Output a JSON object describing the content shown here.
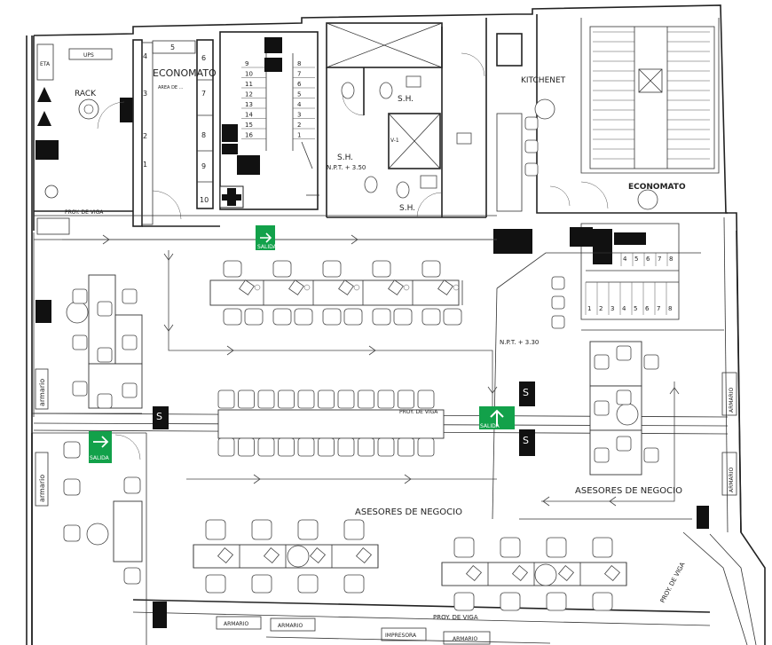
{
  "rooms": {
    "rack": "RACK",
    "ups": "UPS",
    "eta": "ETA",
    "kitchenet": "KITCHENET",
    "economato_top": "ECONOMATO",
    "economato_right": "ECONOMATO",
    "area_label": "AREA DE ...",
    "sh_1": "S.H.",
    "sh_2": "S.H.",
    "sh_3": "S.H.",
    "asesores_1": "ASESORES DE NEGOCIO",
    "asesores_2": "ASESORES DE NEGOCIO",
    "armario_left_1": "armario",
    "armario_left_2": "armario",
    "armario_bottom_1": "ARMARIO",
    "armario_bottom_2": "ARMARIO",
    "armario_bottom_3": "ARMARIO",
    "impresora": "IMPRESORA",
    "right_box_1": "ARMARIO",
    "right_box_2": "ARMARIO"
  },
  "levels": {
    "npt_350": "N.P.T. + 3.50",
    "npt_330": "N.P.T. + 3.30",
    "v1": "V-1"
  },
  "beams": {
    "proy_viga_1": "PROY. DE VIGA",
    "proy_viga_2": "PROY. DE VIGA",
    "proy_viga_3": "PROY. DE VIGA",
    "proy_viga_4": "PROY. DE VIGA"
  },
  "signs": {
    "salida": "SALIDA",
    "s_letter": "S"
  },
  "cabinet_numbers": [
    "5",
    "4",
    "3",
    "2",
    "1",
    "6",
    "7",
    "8",
    "9",
    "10"
  ],
  "stair_left_numbers": [
    "9",
    "10",
    "11",
    "12",
    "13",
    "14",
    "15",
    "16"
  ],
  "stair_right_numbers": [
    "8",
    "7",
    "6",
    "5",
    "4",
    "3",
    "2",
    "1"
  ],
  "stair_east_top": [
    "4",
    "5",
    "6",
    "7",
    "8"
  ],
  "stair_east_bottom": [
    "1",
    "2",
    "3",
    "4",
    "5",
    "6",
    "7",
    "8"
  ],
  "colors": {
    "line": "#222222",
    "exit_green": "#12a14a",
    "sign_black": "#111111"
  }
}
